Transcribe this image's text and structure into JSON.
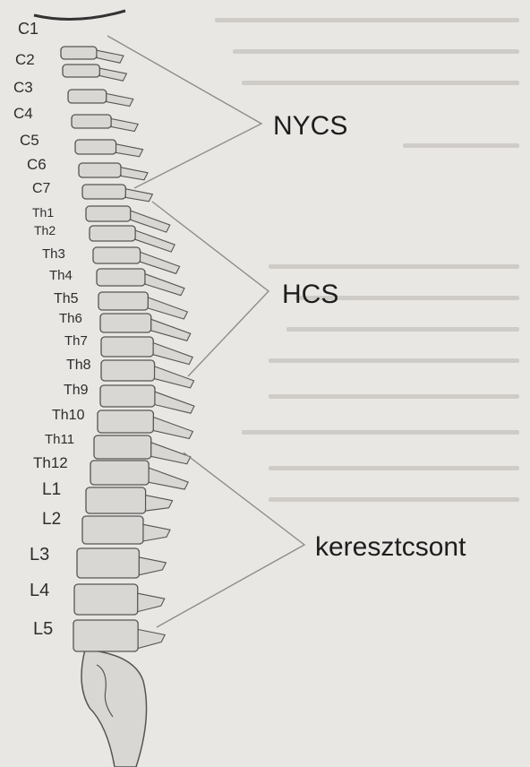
{
  "vertebrae": [
    "C1",
    "C2",
    "C3",
    "C4",
    "C5",
    "C6",
    "C7",
    "Th1",
    "Th2",
    "Th3",
    "Th4",
    "Th5",
    "Th6",
    "Th7",
    "Th8",
    "Th9",
    "Th10",
    "Th11",
    "Th12",
    "L1",
    "L2",
    "L3",
    "L4",
    "L5"
  ],
  "regions": [
    "NYCS",
    "HCS",
    "keresztcsont"
  ],
  "colors": {
    "bone_fill": "#d9d7d3",
    "bone_stroke": "#555555",
    "line": "#8d8d8d",
    "text": "#2d2d2d"
  }
}
